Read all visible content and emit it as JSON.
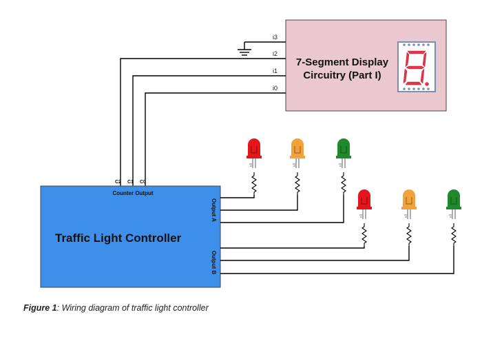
{
  "display_box": {
    "title_line1": "7-Segment Display",
    "title_line2": "Circuitry (Part I)",
    "inputs": [
      "i3",
      "i2",
      "i1",
      "i0"
    ],
    "fill": "#e9c8cf",
    "digit_color": "#e8334a"
  },
  "controller": {
    "title": "Traffic Light Controller",
    "counter_label": "Counter Output",
    "counter_pins": [
      "C2",
      "C1",
      "C0"
    ],
    "output_a_label": "Output A",
    "output_b_label": "Output B",
    "fill": "#3d8fea"
  },
  "leds": {
    "colors": {
      "red": "#e4161c",
      "amber": "#f2a23a",
      "green": "#1e8a2c"
    }
  },
  "caption": {
    "figure_label": "Figure 1",
    "text": ": Wiring diagram of traffic light controller"
  }
}
